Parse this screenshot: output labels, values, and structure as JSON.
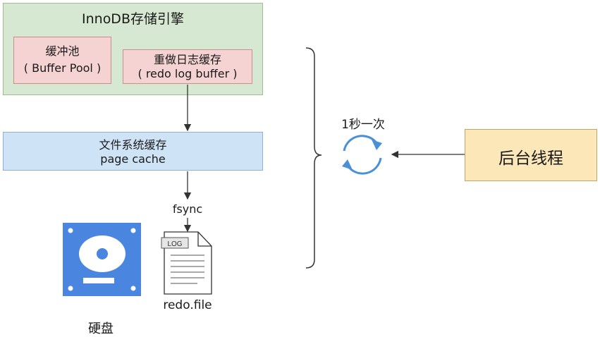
{
  "innodb": {
    "title": "InnoDB存储引擎"
  },
  "buffer_pool": {
    "line1": "缓冲池",
    "line2": "( Buffer Pool )"
  },
  "redo_log_buffer": {
    "line1": "重做日志缓存",
    "line2": "( redo log buffer )"
  },
  "page_cache": {
    "line1": "文件系统缓存",
    "line2": "page cache"
  },
  "fsync_label": "fsync",
  "log_file": {
    "tag": "LOG",
    "name": "redo.file"
  },
  "disk": {
    "label": "硬盘"
  },
  "sync_period": "1秒一次",
  "background_thread": {
    "label": "后台线程"
  },
  "colors": {
    "innodb_box": "#d7e8d2",
    "buffer_box": "#f6d3d3",
    "page_cache_box": "#cfe3f7",
    "thread_box": "#fbe7b8",
    "disk_icon": "#4a86e0",
    "refresh_icon": "#4a90d9"
  }
}
